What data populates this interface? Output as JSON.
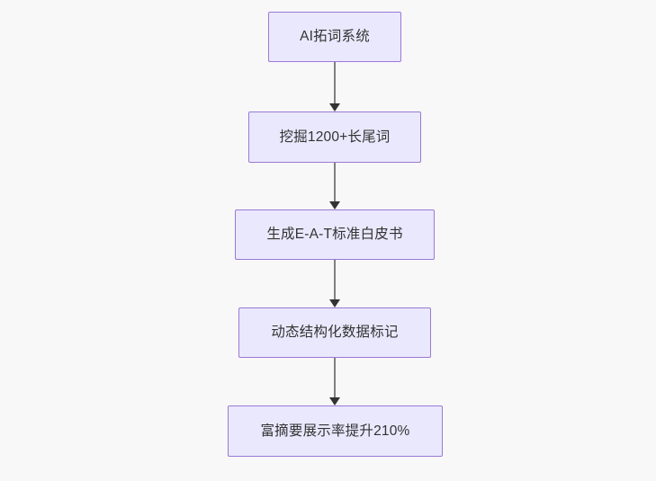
{
  "diagram": {
    "type": "flowchart",
    "direction": "top-to-bottom",
    "background_color": "#f8f8f8",
    "node_fill_color": "#eae8fd",
    "node_border_color": "#9a79d4",
    "node_text_color": "#333333",
    "edge_line_color": "#808080",
    "edge_arrow_color": "#333333",
    "nodes": [
      {
        "id": "n1",
        "label": "AI拓词系统"
      },
      {
        "id": "n2",
        "label": "挖掘1200+长尾词"
      },
      {
        "id": "n3",
        "label": "生成E-A-T标准白皮书"
      },
      {
        "id": "n4",
        "label": "动态结构化数据标记"
      },
      {
        "id": "n5",
        "label": "富摘要展示率提升210%"
      }
    ],
    "edges": [
      {
        "from": "n1",
        "to": "n2",
        "label": ""
      },
      {
        "from": "n2",
        "to": "n3",
        "label": ""
      },
      {
        "from": "n3",
        "to": "n4",
        "label": ""
      },
      {
        "from": "n4",
        "to": "n5",
        "label": ""
      }
    ]
  }
}
